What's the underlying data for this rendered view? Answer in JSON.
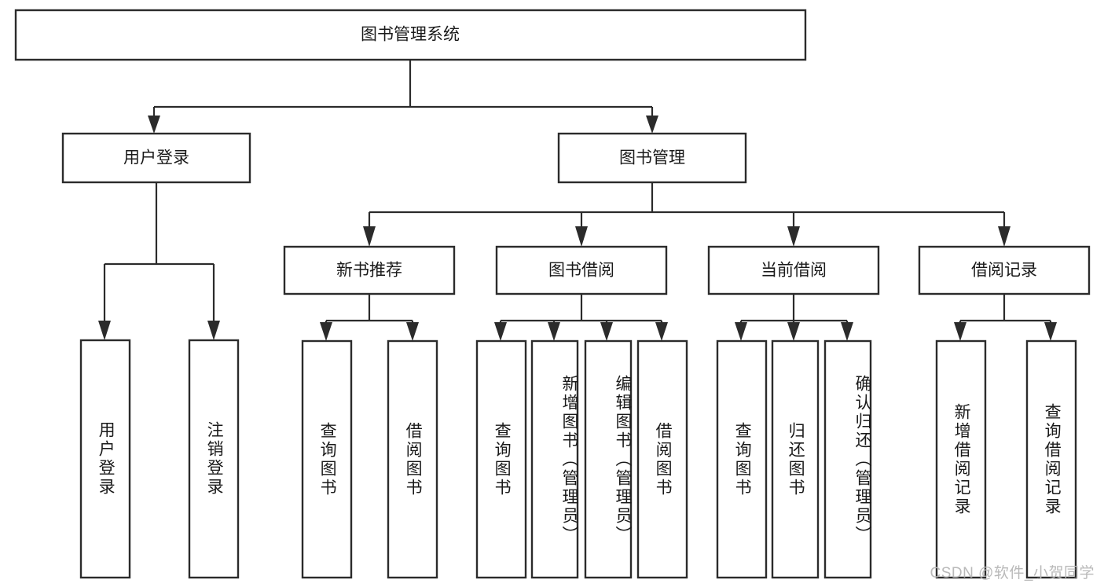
{
  "diagram": {
    "title": "图书管理系统",
    "type": "tree-hierarchy",
    "root": {
      "id": "root",
      "label": "图书管理系统"
    },
    "level2": [
      {
        "id": "user-login",
        "label": "用户登录"
      },
      {
        "id": "book-manage",
        "label": "图书管理"
      }
    ],
    "level3": [
      {
        "id": "new-book-recommend",
        "label": "新书推荐",
        "parent": "book-manage"
      },
      {
        "id": "book-borrow",
        "label": "图书借阅",
        "parent": "book-manage"
      },
      {
        "id": "current-borrow",
        "label": "当前借阅",
        "parent": "book-manage"
      },
      {
        "id": "borrow-record",
        "label": "借阅记录",
        "parent": "book-manage"
      }
    ],
    "leaves": {
      "user-login": [
        {
          "id": "leaf-user-login",
          "label": "用户登录"
        },
        {
          "id": "leaf-user-logout",
          "label": "注销登录"
        }
      ],
      "new-book-recommend": [
        {
          "id": "leaf-query-book-1",
          "label": "查询图书"
        },
        {
          "id": "leaf-borrow-book-1",
          "label": "借阅图书"
        }
      ],
      "book-borrow": [
        {
          "id": "leaf-query-book-2",
          "label": "查询图书"
        },
        {
          "id": "leaf-add-book",
          "label": "新增图书（管理员）"
        },
        {
          "id": "leaf-edit-book",
          "label": "编辑图书（管理员）"
        },
        {
          "id": "leaf-borrow-book-2",
          "label": "借阅图书"
        }
      ],
      "current-borrow": [
        {
          "id": "leaf-query-book-3",
          "label": "查询图书"
        },
        {
          "id": "leaf-return-book",
          "label": "归还图书"
        },
        {
          "id": "leaf-confirm-return",
          "label": "确认归还（管理员）"
        }
      ],
      "borrow-record": [
        {
          "id": "leaf-add-record",
          "label": "新增借阅记录"
        },
        {
          "id": "leaf-query-record",
          "label": "查询借阅记录"
        }
      ]
    }
  },
  "watermark": {
    "text": "CSDN @软件_小贺同学"
  },
  "colors": {
    "stroke": "#2b2b2b",
    "box_fill": "#ffffff",
    "text": "#1a1a1a",
    "watermark": "#b9b9b9",
    "background": "#ffffff"
  }
}
